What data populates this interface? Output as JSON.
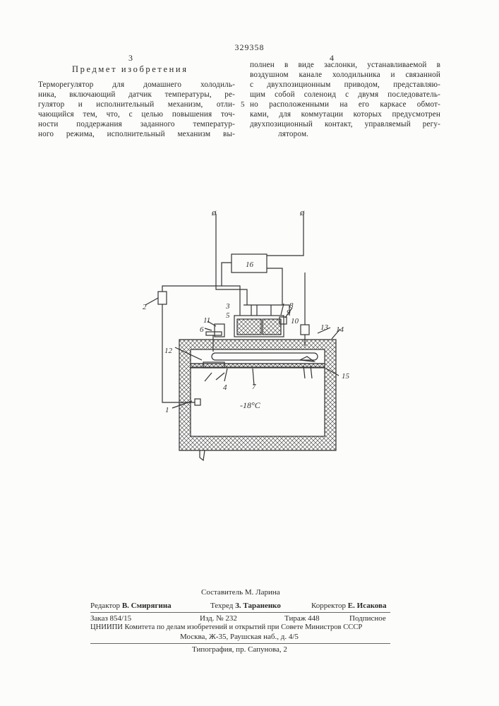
{
  "patent_number": "329358",
  "column_left_number": "3",
  "column_right_number": "4",
  "section_heading": "Предмет изобретения",
  "left_column_lines": [
    "Терморегулятор для домашнего холодиль-",
    "ника, включающий датчик температуры, ре-",
    "гулятор и исполнительный механизм, отли-",
    "чающийся тем, что, с целью повышения точ-",
    "ности поддержания заданного температур-",
    "ного режима, исполнительный механизм вы-"
  ],
  "right_column_lines": [
    "полнен в виде заслонки, устанавливаемой в",
    "воздушном канале холодильника и связанной",
    "с двухпозиционным приводом, представляю-",
    "щим собой соленоид с двумя последователь-",
    "но расположенными на его каркасе обмот-",
    "ками, для коммутации которых предусмотрен",
    "двухпозиционный контакт, управляемый регу-",
    "лятором."
  ],
  "margin_line_number": "5",
  "figure": {
    "labels": [
      "1",
      "2",
      "3",
      "4",
      "5",
      "6",
      "7",
      "8",
      "9",
      "10",
      "11",
      "12",
      "13",
      "14",
      "15",
      "16"
    ],
    "temperature_label": "-18°C",
    "terminal_symbols": [
      "ø",
      "ø"
    ]
  },
  "footer": {
    "compiler_label": "Составитель",
    "compiler_name": "М. Ларина",
    "editor_label": "Редактор",
    "editor_name": "В. Смирягина",
    "techred_label": "Техред",
    "techred_name": "З. Тараненко",
    "corrector_label": "Корректор",
    "corrector_name": "Е. Исакова",
    "order": "Заказ 854/15",
    "izd": "Изд. № 232",
    "tirazh": "Тираж 448",
    "podpisnoe": "Подписное",
    "org_line": "ЦНИИПИ Комитета по делам изобретений и открытий при Совете Министров СССР",
    "address_line": "Москва, Ж-35, Раушская наб., д. 4/5",
    "printing_line": "Типография, пр. Сапунова, 2"
  }
}
